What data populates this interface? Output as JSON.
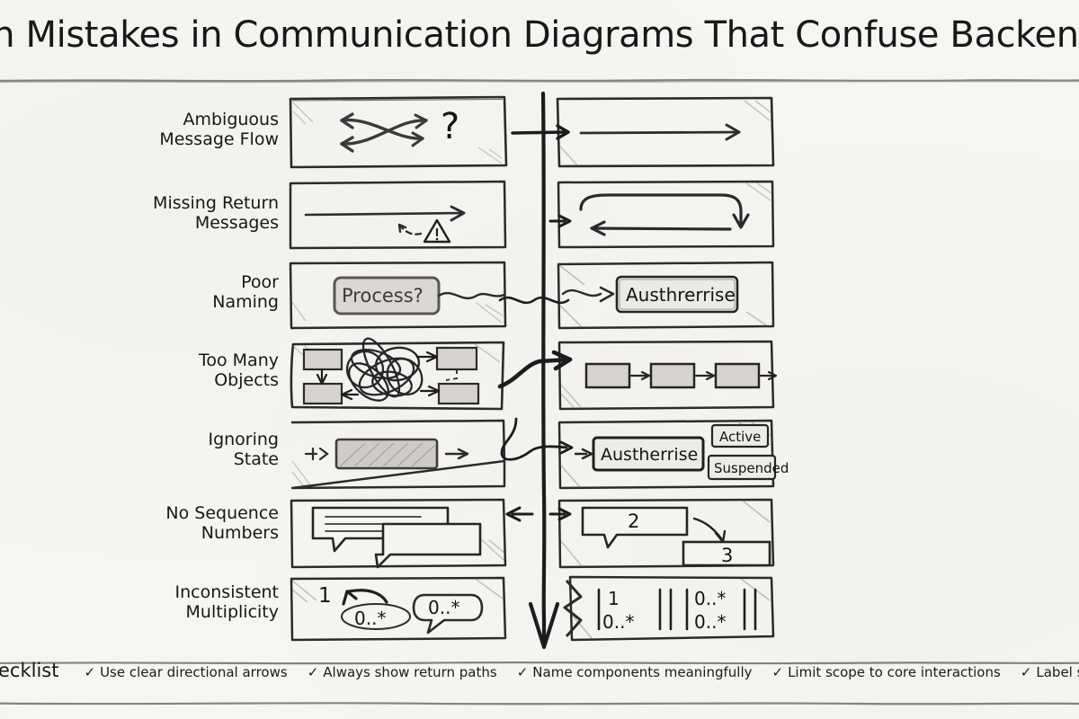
{
  "page": {
    "title": "Common Mistakes in Communication Diagrams That Confuse Backend Teams",
    "background_color": "#f7f5f1",
    "ink_color": "#1d1d1d",
    "style": "hand-drawn pencil sketch, whiteboard"
  },
  "columns": {
    "left_meaning": "mistake (wrong)",
    "right_meaning": "fix (correct)"
  },
  "rows": [
    {
      "label": "Ambiguous\nMessage Flow",
      "label_line1": "Ambiguous",
      "label_line2": "Message Flow",
      "left_icon": "crossing-arrows-question-icon",
      "left_text": "?",
      "right_icon": "single-straight-arrow-icon",
      "right_text": ""
    },
    {
      "label": "Missing Return\nMessages",
      "label_line1": "Missing Return",
      "label_line2": "Messages",
      "left_icon": "one-way-arrow-warning-icon",
      "left_text": "!",
      "right_icon": "round-trip-loop-arrow-icon",
      "right_text": ""
    },
    {
      "label": "Poor\nNaming",
      "label_line1": "Poor",
      "label_line2": "Naming",
      "left_icon": "vague-name-box-icon",
      "left_text": "Process?",
      "right_icon": "named-component-box-icon",
      "right_text": "Austhrerrise"
    },
    {
      "label": "Too Many\nObjects",
      "label_line1": "Too Many",
      "label_line2": "Objects",
      "left_icon": "tangled-objects-scribble-icon",
      "left_text": "",
      "right_icon": "linear-object-chain-icon",
      "right_text": ""
    },
    {
      "label": "Ignoring\nState",
      "label_line1": "Ignoring",
      "label_line2": "State",
      "left_icon": "stateless-lifeline-icon",
      "left_text": "",
      "right_icon": "stateful-component-icon",
      "right_text": "Austherrise",
      "right_states": [
        "Active",
        "Suspended"
      ]
    },
    {
      "label": "No Sequence\nNumbers",
      "label_line1": "No Sequence",
      "label_line2": "Numbers",
      "left_icon": "unnumbered-messages-icon",
      "left_text": "",
      "right_icon": "numbered-messages-icon",
      "right_numbers": [
        "2",
        "3"
      ]
    },
    {
      "label": "Inconsistent\nMultiplicity",
      "label_line1": "Inconsistent",
      "label_line2": "Multiplicity",
      "left_icon": "mixed-multiplicity-icon",
      "left_multiplicities": [
        "1",
        "0..*",
        "0..*"
      ],
      "right_icon": "consistent-multiplicity-icon",
      "right_multiplicities": [
        "1",
        "0..*",
        "0..*",
        "0..*"
      ]
    }
  ],
  "divider": {
    "icon": "vertical-down-arrow-icon",
    "cross_arrow_icon": "cross-arrow-icon"
  },
  "checklist": {
    "title": "Fix Checklist",
    "check_glyph": "✓",
    "items": [
      "Use clear directional arrows",
      "Always show return paths",
      "Name components meaningfully",
      "Limit scope to core interactions",
      "Label states"
    ]
  }
}
